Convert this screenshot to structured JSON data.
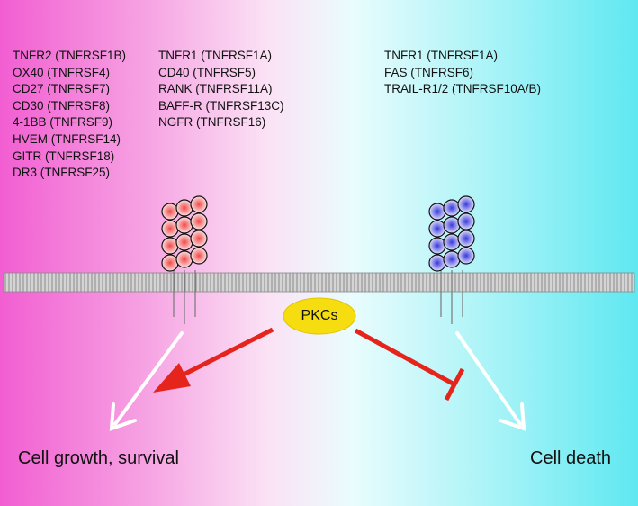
{
  "receptors": {
    "left_col1": [
      "TNFR2 (TNFRSF1B)",
      "OX40 (TNFRSF4)",
      "CD27 (TNFRSF7)",
      "CD30 (TNFRSF8)",
      "4-1BB (TNFRSF9)",
      "HVEM (TNFRSF14)",
      "GITR (TNFRSF18)",
      "DR3 (TNFRSF25)"
    ],
    "left_col2": [
      "TNFR1 (TNFRSF1A)",
      "CD40 (TNFRSF5)",
      "RANK (TNFRSF11A)",
      "BAFF-R (TNFRSF13C)",
      "NGFR (TNFRSF16)"
    ],
    "right": [
      "TNFR1 (TNFRSF1A)",
      "FAS (TNFRSF6)",
      "TRAIL-R1/2 (TNFRSF10A/B)"
    ]
  },
  "center": {
    "label": "PKCs"
  },
  "outcomes": {
    "left": "Cell growth, survival",
    "right": "Cell death"
  },
  "colors": {
    "left_bg": "#f25ed2",
    "right_bg": "#5fe8f1",
    "receptor_left": "#e8303a",
    "receptor_right": "#3a3ae8",
    "pkc_fill": "#f5dd10",
    "arrow_red": "#e5241c",
    "arrow_white": "#ffffff"
  }
}
